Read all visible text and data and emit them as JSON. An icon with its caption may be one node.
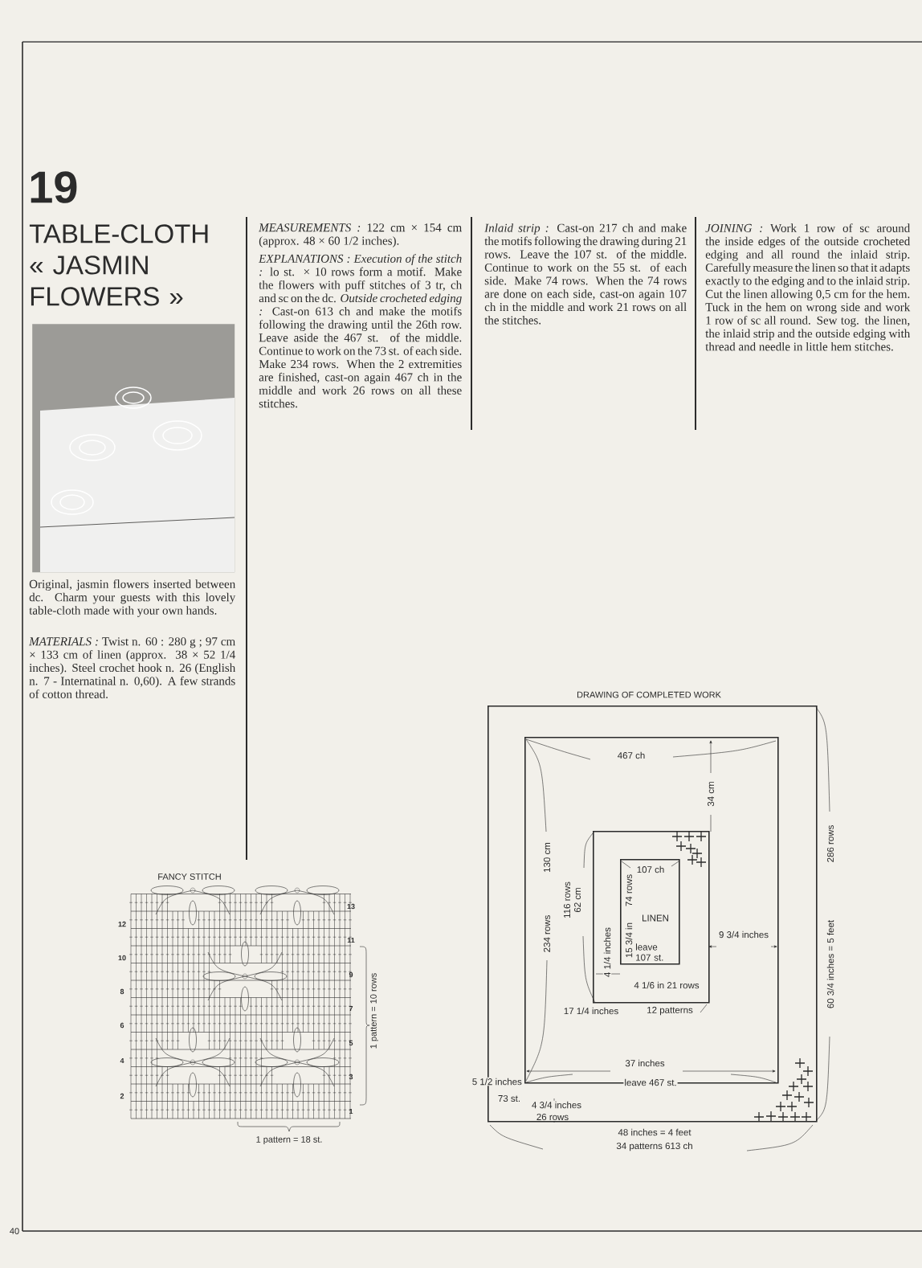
{
  "diagram": {
    "title": "TABLE-CLOTH « JASMIN FLOWERS »",
    "nodes": [
      {
        "text": [],
        "shape": "picture",
        "beside": [
          "Original, jasmin flowers inserted between dc. Charm your guests with this lovely table-cloth made with your own hands."
        ]
      },
      {
        "text": [
          "DRAWING OF COMPLETED WORK"
        ]
      },
      {
        "text": [],
        "shape": "box",
        "in": 1
      },
      {
        "text": [],
        "shape": "box",
        "in": 2
      },
      {
        "text": [
          "LINEN",
          "leave 107 st."
        ],
        "in": 3
      }
    ],
    "labels": [
      "19",
      "*MATERIALS :* Twist n. 60 : 280 g ; 97 cm × 133 cm of linen (approx. 38 × 52 1/4 inches). Steel crochet hook n. 26 (English n. 7 - Internatinal n. 0,60). A few strands of cotton thread.",
      "*MEASUREMENTS :* 122 cm × 154 cm (approx. 48 × 60 1/2 inches).",
      "*EXPLANATIONS : Execution of the stitch :* lo st. × 10 rows form a motif. Make the flowers with puff stitches of 3 tr, ch and sc on the dc. *Outside crocheted edging :* Cast-on 613 ch and make the motifs following the drawing until the 26th row. Leave aside the 467 st. of the middle. Continue to work on the 73 st. of each side. Make 234 rows. When the 2 extremities are finished, cast-on again 467 ch in the middle and work 26 rows on all these stitches.",
      "*Inlaid strip :* Cast-on 217 ch and make the motifs following the drawing during 21 rows. Leave the 107 st. of the middle. Continue to work on the 55 st. of each side. Make 74 rows. When the 74 rows are done on each side, cast-on again 107 ch in the middle and work 21 rows on all the stitches.",
      "*JOINING :* Work 1 row of sc around the inside edges of the outside crocheted edging and all round the inlaid strip. Carefully measure the linen so that it adapts exactly to the edging and to the inlaid strip. Cut the linen allowing 0,5 cm for the hem. Tuck in the hem on wrong side and work 1 row of sc all round. Sew tog. the linen, the inlaid strip and the outside edging with thread and needle in little hem stitches.",
      "FANCY STITCH",
      "13",
      "12",
      "11",
      "10",
      "9",
      "8",
      "7",
      "6",
      "5",
      "4",
      "3",
      "2",
      "1",
      "1 pattern = 10 rows",
      "1 pattern = 18 st.",
      "467 ch",
      "34 cm",
      "130 cm",
      "234 rows",
      "286 rows",
      "60 3/4 inches = 5 feet",
      "116 rows",
      "62 cm",
      "107 ch",
      "74 rows",
      "15 3/4 in",
      "9 3/4 inches",
      "4 1/4 inches",
      "4 1/6 in 21 rows",
      "17 1/4 inches",
      "12 patterns",
      "37 inches",
      "5 1/2 inches",
      "leave 467 st.",
      "73 st.",
      "4 3/4 inches",
      "26 rows",
      "48 inches = 4 feet",
      "34 patterns 613 ch",
      "40"
    ]
  }
}
